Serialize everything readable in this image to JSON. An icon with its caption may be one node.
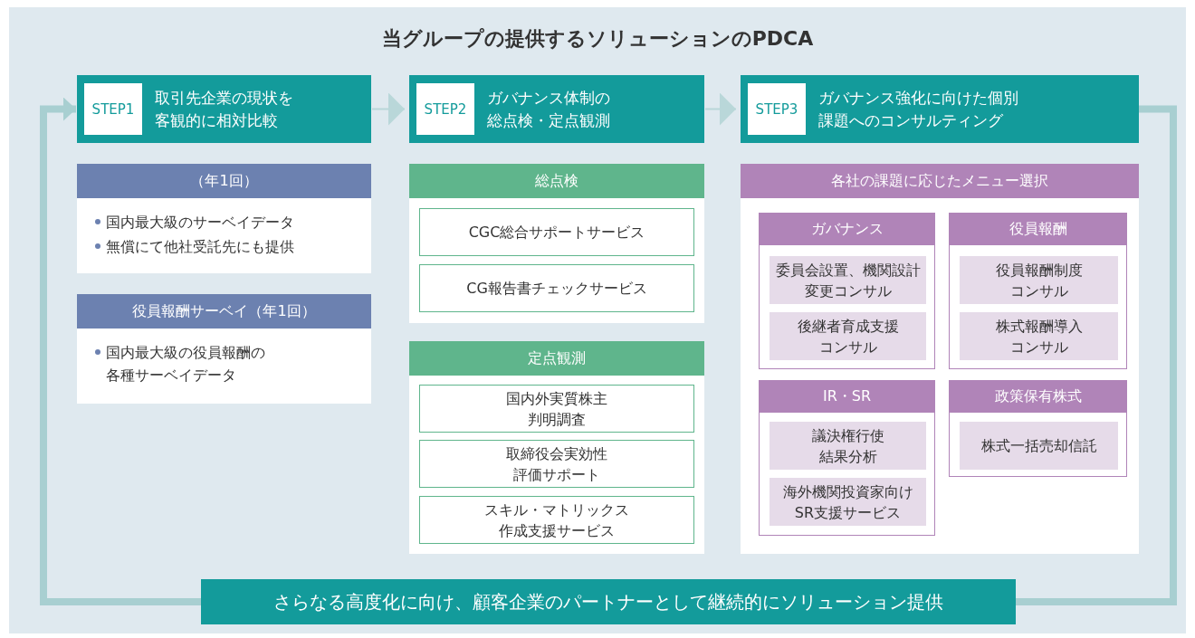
{
  "diagram": {
    "title": "当グループの提供するソリューションのPDCA",
    "nodes": [
      {
        "text": [
          "STEP1",
          "取引先企業の現状を客観的に相対比較"
        ]
      },
      {
        "text": [
          "STEP2",
          "ガバナンス体制の総点検・定点観測"
        ]
      },
      {
        "text": [
          "STEP3",
          "ガバナンス強化に向けた個別課題へのコンサルティング"
        ]
      },
      {
        "text": [
          "（年1回）",
          "国内最大級のサーベイデータ",
          "無償にて他社受託先にも提供"
        ]
      },
      {
        "text": [
          "役員報酬サーベイ（年1回）",
          "国内最大級の役員報酬の各種サーベイデータ"
        ]
      },
      {
        "text": [
          "総点検"
        ]
      },
      {
        "text": [
          "CGC総合サポートサービス"
        ],
        "in": 5
      },
      {
        "text": [
          "CG報告書チェックサービス"
        ],
        "in": 5
      },
      {
        "text": [
          "定点観測"
        ]
      },
      {
        "text": [
          "国内外実質株主判明調査"
        ],
        "in": 8
      },
      {
        "text": [
          "取締役会実効性評価サポート"
        ],
        "in": 8
      },
      {
        "text": [
          "スキル・マトリックス作成支援サービス"
        ],
        "in": 8
      },
      {
        "text": [
          "各社の課題に応じたメニュー選択"
        ]
      },
      {
        "text": [
          "ガバナンス"
        ],
        "in": 12
      },
      {
        "text": [
          "委員会設置、機関設計変更コンサル"
        ],
        "in": 13
      },
      {
        "text": [
          "後継者育成支援コンサル"
        ],
        "in": 13
      },
      {
        "text": [
          "役員報酬"
        ],
        "in": 12
      },
      {
        "text": [
          "役員報酬制度コンサル"
        ],
        "in": 16
      },
      {
        "text": [
          "株式報酬導入コンサル"
        ],
        "in": 16
      },
      {
        "text": [
          "IR・SR"
        ],
        "in": 12
      },
      {
        "text": [
          "議決権行使結果分析"
        ],
        "in": 19
      },
      {
        "text": [
          "海外機関投資家向けSR支援サービス"
        ],
        "in": 19
      },
      {
        "text": [
          "政策保有株式"
        ],
        "in": 12
      },
      {
        "text": [
          "株式一括売却信託"
        ],
        "in": 22
      },
      {
        "text": [
          "さらなる高度化に向け、顧客企業のパートナーとして継続的にソリューション提供"
        ]
      }
    ],
    "edges": [
      {
        "from": 0,
        "to": 1,
        "arrow": "to"
      },
      {
        "from": 1,
        "to": 2,
        "arrow": "to"
      },
      {
        "from": 2,
        "to": 24,
        "arrow": "none",
        "style": "thick"
      },
      {
        "from": 24,
        "to": 0,
        "arrow": "to",
        "style": "thick"
      }
    ]
  }
}
